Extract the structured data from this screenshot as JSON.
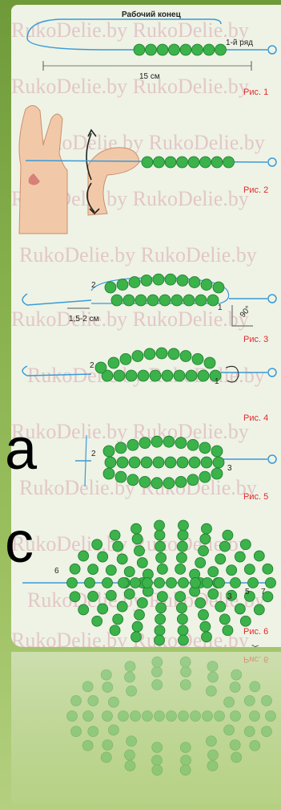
{
  "watermark": "RukoDelie.by",
  "header": {
    "working_end": "Рабочий конец",
    "first_row": "1-й ряд"
  },
  "figures": [
    {
      "label": "Рис. 1",
      "measure": "15 см"
    },
    {
      "label": "Рис. 2"
    },
    {
      "label": "Рис. 3",
      "measure": "1,5-2 см",
      "angle": "90°",
      "n1": "2",
      "n2": "1"
    },
    {
      "label": "Рис. 4",
      "n1": "2",
      "n2": "1"
    },
    {
      "label": "Рис. 5",
      "n1": "2",
      "n3": "3"
    },
    {
      "label": "Рис. 6",
      "n6": "6",
      "n5": "5",
      "n7": "7",
      "n3": "3"
    }
  ],
  "side_letters": {
    "a": "a",
    "c": "c"
  },
  "reflection_label": "Рис. 6",
  "colors": {
    "bead": "#3bb24a",
    "bead_edge": "#1e7a2c",
    "wire": "#3b9ad6",
    "accent": "#e22a2a"
  }
}
